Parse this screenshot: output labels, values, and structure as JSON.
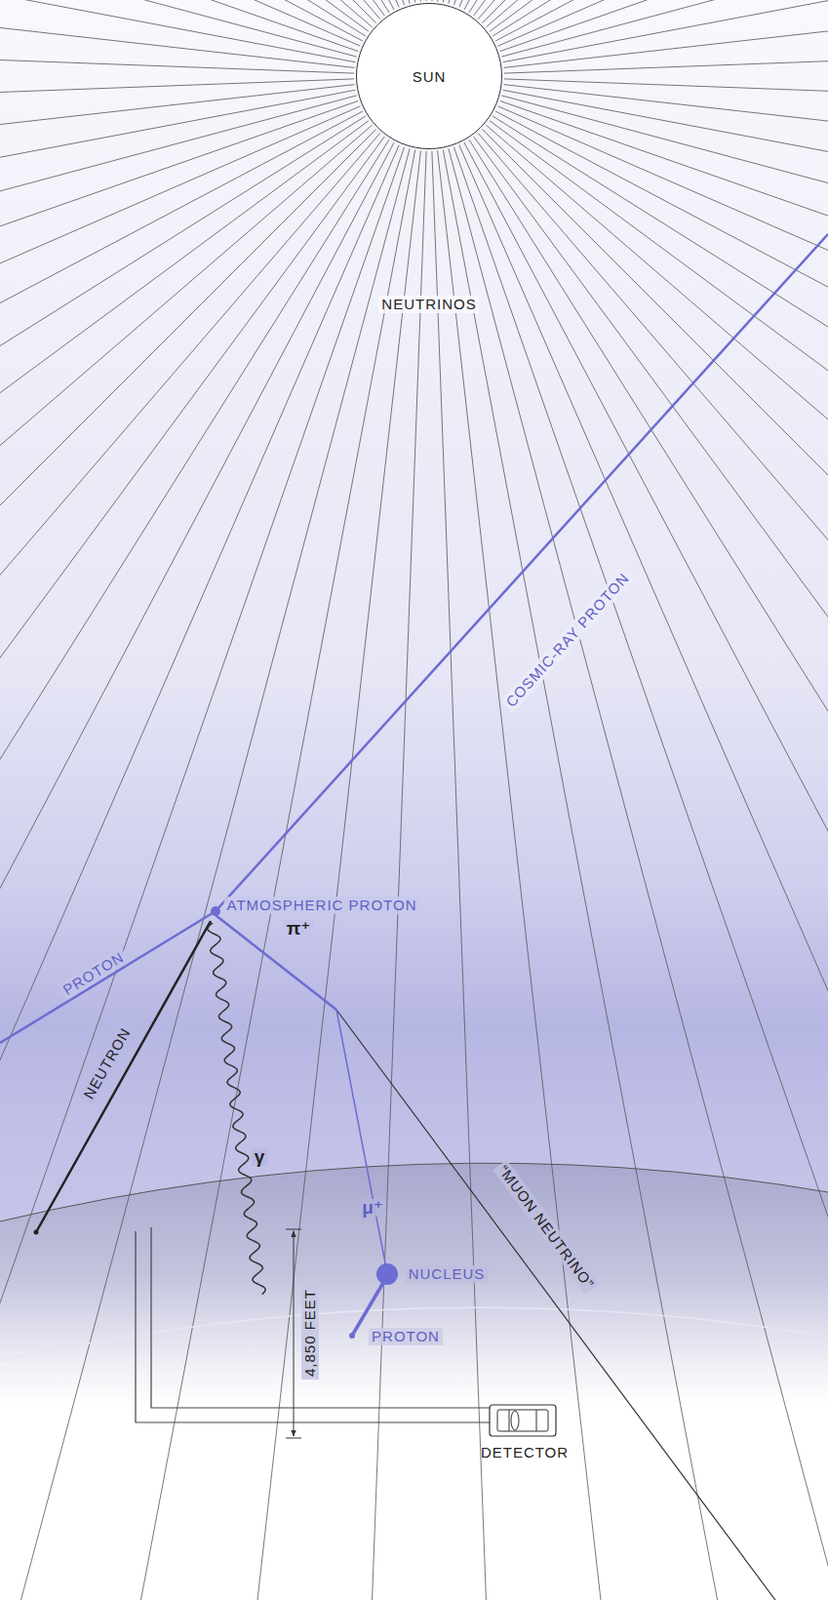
{
  "diagram": {
    "nodes": [
      {
        "text": [
          "SUN"
        ]
      },
      {
        "text": [
          "DETECTOR"
        ]
      }
    ],
    "labels": [
      "NEUTRINOS",
      "COSMIC-RAY PROTON",
      "ATMOSPHERIC PROTON",
      "PROTON",
      "π⁺",
      "NEUTRON",
      "γ",
      "4,850 FEET",
      "μ⁺",
      "NUCLEUS",
      "PROTON",
      "“MUON NEUTRINO”"
    ]
  }
}
